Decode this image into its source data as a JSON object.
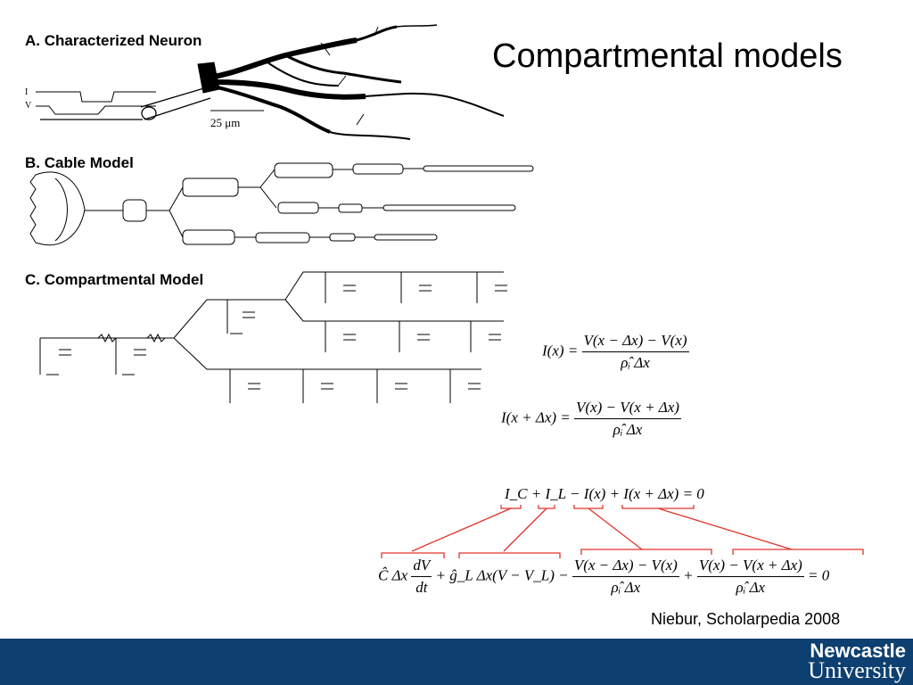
{
  "slide": {
    "title": "Compartmental models",
    "citation": "Niebur, Scholarpedia 2008"
  },
  "panels": {
    "a_label": "A. Characterized Neuron",
    "b_label": "B. Cable Model",
    "c_label": "C. Compartmental Model",
    "a_current_label": "I",
    "a_voltage_label": "V",
    "a_scale_bar": "25 μm"
  },
  "equations": {
    "ix_lhs": "I(x) =",
    "ix_num": "V(x − Δx) − V(x)",
    "ix_den": "ρ̂ᵢ Δx",
    "ixdx_lhs": "I(x + Δx) =",
    "ixdx_num": "V(x) − V(x + Δx)",
    "ixdx_den": "ρ̂ᵢ Δx",
    "sum_ic": "I_C",
    "sum_plus1": " + ",
    "sum_il": "I_L",
    "sum_minus": " − ",
    "sum_ix": "I(x)",
    "sum_plus2": " + ",
    "sum_ixdx": "I(x + Δx)",
    "sum_eq0": " = 0",
    "exp_cdx": "Ĉ Δx",
    "exp_dv": "dV",
    "exp_dt": "dt",
    "exp_gl": " + ĝ_L Δx(V − V_L) − ",
    "exp_f1_num": "V(x − Δx) − V(x)",
    "exp_f1_den": "ρ̂ᵢ Δx",
    "exp_plus": " + ",
    "exp_f2_num": "V(x) − V(x + Δx)",
    "exp_f2_den": "ρ̂ᵢ Δx",
    "exp_eq0": " = 0"
  },
  "footer": {
    "logo_line1": "Newcastle",
    "logo_line2": "University"
  },
  "colors": {
    "footer_bar": "#0d3f70",
    "annotation_lines": "#e0342b"
  }
}
